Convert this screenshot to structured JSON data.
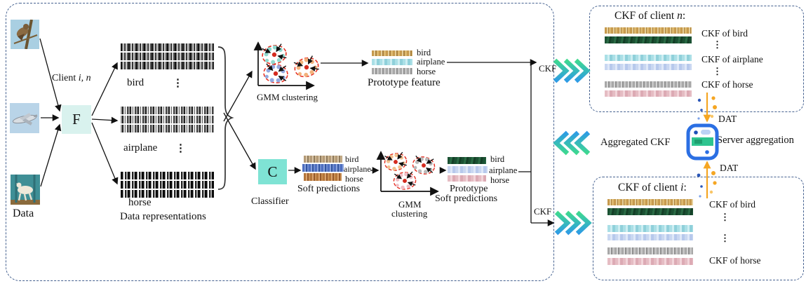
{
  "classes": [
    "bird",
    "airplane",
    "horse"
  ],
  "left": {
    "data_label": "Data",
    "client_prefix": "Client ",
    "client_var": "i, n",
    "f_box": "F",
    "rep_ellipsis": "⋮",
    "data_representations_label": "Data representations"
  },
  "middle": {
    "gmm_top_label": "GMM clustering",
    "gmm_bottom_line1": "GMM",
    "gmm_bottom_line2": "clustering",
    "prototype_feature_label": "Prototype feature",
    "c_box": "C",
    "classifier_label": "Classifier",
    "soft_predictions_label": "Soft predictions",
    "prototype_soft_line1": "Prototype",
    "prototype_soft_line2": "Soft predictions"
  },
  "flow": {
    "ckf_top": "CKF",
    "ckf_bottom": "CKF",
    "aggregated_ckf": "Aggregated CKF"
  },
  "server": {
    "dat_top": "DAT",
    "dat_bottom": "DAT",
    "label": "Server aggregation"
  },
  "panels": {
    "client_n": {
      "title_prefix": "CKF of client ",
      "title_var": "n",
      "title_suffix": ":",
      "label_bird": "CKF of bird",
      "label_airplane": "CKF of airplane",
      "label_horse": "CKF of horse",
      "ellipsis": "⋮"
    },
    "client_i": {
      "title_prefix": "CKF of client ",
      "title_var": "i",
      "title_suffix": ":",
      "label_bird": "CKF of bird",
      "label_horse": "CKF of horse",
      "ellipsis": "⋮"
    }
  },
  "colors": {
    "f_box_bg": "#d9f2ee",
    "c_box_bg": "#7fe3d4",
    "panel_border": "#44608f",
    "chevron_green": "#3fd98f",
    "chevron_blue": "#2e9be6",
    "cluster_teal": "#8fd9cf",
    "cluster_blue": "#93a9e0",
    "cluster_orange": "#f2b27c",
    "cluster_gray": "#b9b9b9",
    "cluster_pink": "#f0bcc4",
    "gmm_center_red": "#d42b1f",
    "server_blue": "#2b6fe3",
    "server_green": "#2ec48f",
    "dat_orange": "#f5a623"
  }
}
